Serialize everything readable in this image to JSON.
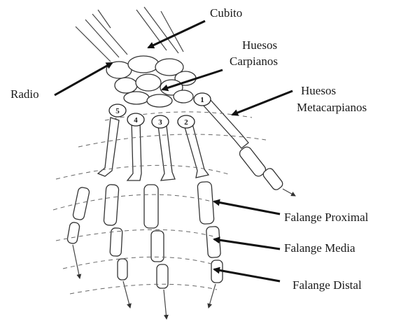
{
  "diagram": {
    "labels": {
      "cubito": "Cubito",
      "carpianos_line1": "Huesos",
      "carpianos_line2": "Carpianos",
      "radio": "Radio",
      "metacarpianos_line1": "Huesos",
      "metacarpianos_line2": "Metacarpianos",
      "falange_proximal": "Falange Proximal",
      "falange_media": "Falange Media",
      "falange_distal": "Falange Distal"
    },
    "finger_numbers": [
      "1",
      "2",
      "3",
      "4",
      "5"
    ]
  }
}
